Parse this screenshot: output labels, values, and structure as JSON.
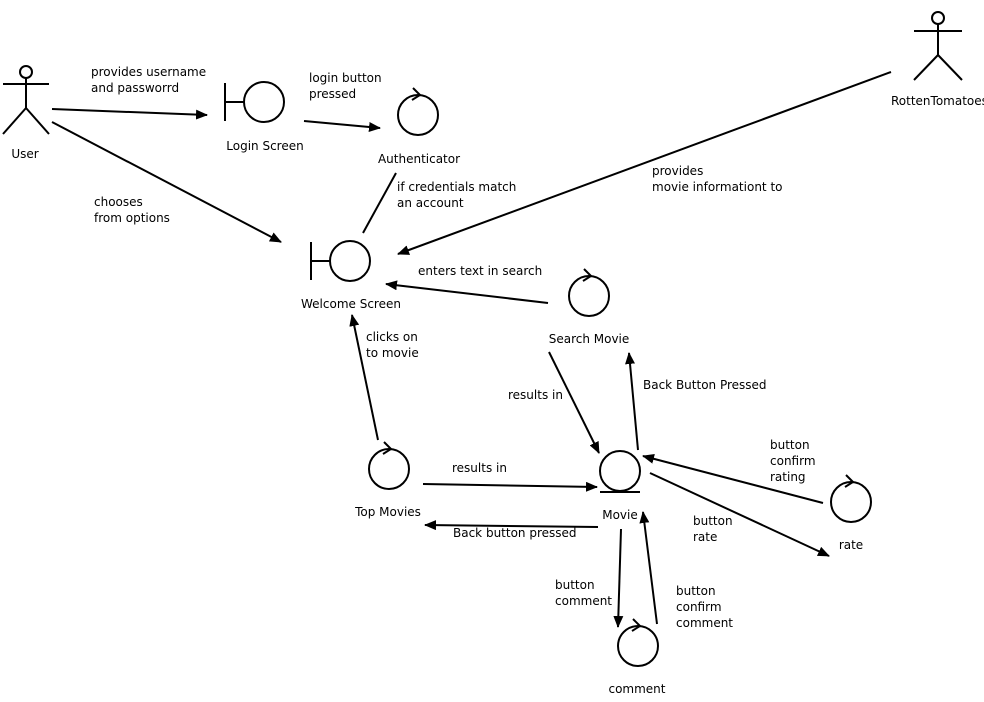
{
  "actors": {
    "user": "User",
    "rotten": "RottenTomatoes"
  },
  "nodes": {
    "login_screen": "Login Screen",
    "authenticator": "Authenticator",
    "welcome_screen": "Welcome Screen",
    "search_movie": "Search Movie",
    "top_movies": "Top Movies",
    "movie": "Movie",
    "rate": "rate",
    "comment": "comment"
  },
  "edges": {
    "user_login": [
      "provides username",
      "and passworrd"
    ],
    "login_auth": [
      "login button",
      "pressed"
    ],
    "user_welcome": [
      "chooses",
      "from options"
    ],
    "auth_welcome": [
      "if credentials match",
      "an account"
    ],
    "rotten_welcome": [
      "provides",
      "movie informationt to"
    ],
    "search_welcome": [
      "enters text in search"
    ],
    "top_welcome": [
      "clicks on",
      "to movie"
    ],
    "search_movie": [
      "results in"
    ],
    "movie_search": [
      "Back Button Pressed"
    ],
    "top_movie": [
      "results in"
    ],
    "movie_top": [
      "Back button pressed"
    ],
    "rate_movie": [
      "button",
      "confirm",
      "rating"
    ],
    "movie_rate": [
      "button",
      "rate"
    ],
    "movie_comment": [
      "button",
      "comment"
    ],
    "comment_movie": [
      "button",
      "confirm",
      "comment"
    ]
  }
}
